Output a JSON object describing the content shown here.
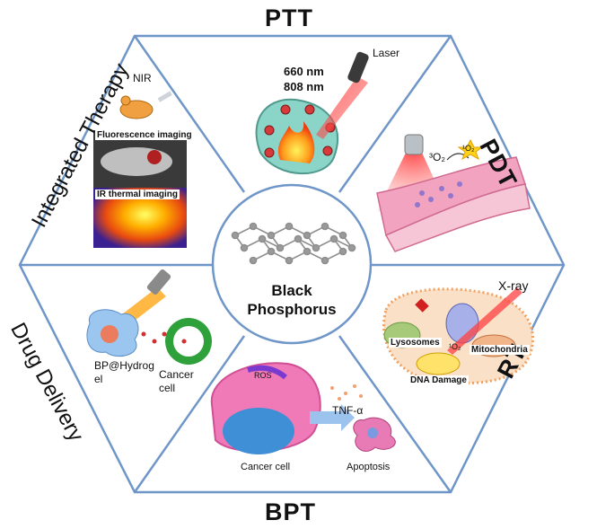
{
  "center": {
    "line1": "Black",
    "line2": "Phosphorus"
  },
  "sections": {
    "ptt": {
      "title": "PTT",
      "laser": "Laser",
      "wavelength1": "660 nm",
      "wavelength2": "808 nm"
    },
    "pdt": {
      "title": "PDT",
      "triplet_oxygen": "³O₂",
      "singlet_oxygen": "¹O₂"
    },
    "rt": {
      "title": "RT",
      "xray": "X-ray",
      "lysosomes": "Lysosomes",
      "mitochondria": "Mitochondria",
      "dna_damage": "DNA Damage",
      "singlet_oxygen": "¹O₂"
    },
    "bpt": {
      "title": "BPT",
      "cancer_cell": "Cancer cell",
      "apoptosis": "Apoptosis",
      "ros": "ROS",
      "tnf": "TNF-α"
    },
    "drug": {
      "title": "Drug Delivery",
      "hydrogel_line1": "BP@Hydrog",
      "hydrogel_line2": "el",
      "cancer_line1": "Cancer",
      "cancer_line2": "cell"
    },
    "integrated": {
      "title": "Integrated Therapy",
      "nir": "NIR",
      "fluorescence": "Fluorescence imaging",
      "ir_thermal": "IR thermal imaging"
    }
  }
}
